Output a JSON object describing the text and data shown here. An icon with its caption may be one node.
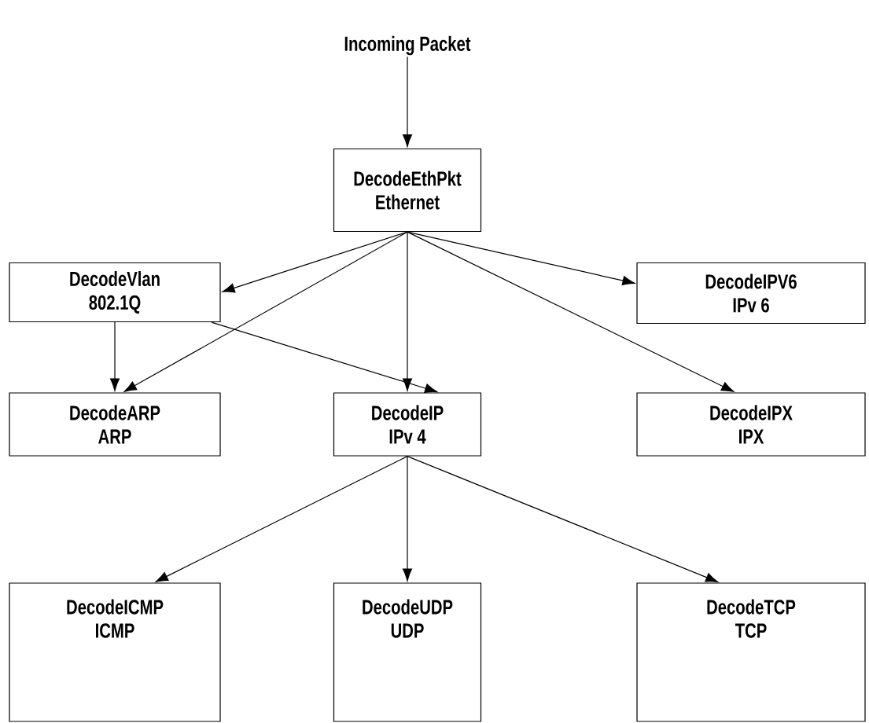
{
  "diagram": {
    "nodes": [
      {
        "text": [
          "Incoming Packet"
        ]
      },
      {
        "text": [
          "DecodeEthPkt",
          "Ethernet"
        ]
      },
      {
        "text": [
          "DecodeVlan",
          "802.1Q"
        ]
      },
      {
        "text": [
          "DecodeIPV6",
          "IPv 6"
        ]
      },
      {
        "text": [
          "DecodeARP",
          "ARP"
        ]
      },
      {
        "text": [
          "DecodeIP",
          "IPv 4"
        ]
      },
      {
        "text": [
          "DecodeIPX",
          "IPX"
        ]
      },
      {
        "text": [
          "DecodeICMP",
          "ICMP"
        ]
      },
      {
        "text": [
          "DecodeUDP",
          "UDP"
        ]
      },
      {
        "text": [
          "DecodeTCP",
          "TCP"
        ]
      }
    ],
    "edges": [
      {
        "from": 0,
        "to": 1,
        "arrow": "to"
      },
      {
        "from": 1,
        "to": 2,
        "arrow": "to"
      },
      {
        "from": 1,
        "to": 3,
        "arrow": "to"
      },
      {
        "from": 1,
        "to": 4,
        "arrow": "to"
      },
      {
        "from": 1,
        "to": 5,
        "arrow": "to"
      },
      {
        "from": 1,
        "to": 6,
        "arrow": "to"
      },
      {
        "from": 2,
        "to": 4,
        "arrow": "to"
      },
      {
        "from": 2,
        "to": 5,
        "arrow": "to"
      },
      {
        "from": 5,
        "to": 7,
        "arrow": "to"
      },
      {
        "from": 5,
        "to": 8,
        "arrow": "to"
      },
      {
        "from": 5,
        "to": 9,
        "arrow": "to"
      }
    ]
  }
}
